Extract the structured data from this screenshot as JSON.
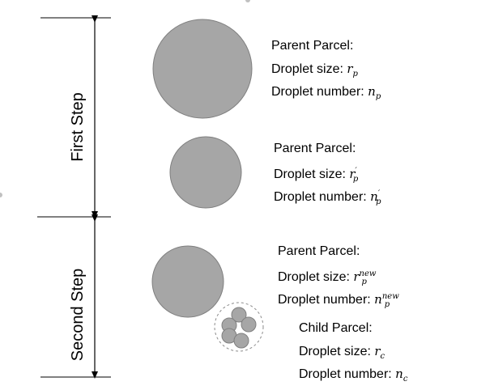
{
  "steps": {
    "first_label": "First Step",
    "second_label": "Second Step"
  },
  "first_parent": {
    "title": "Parent Parcel:",
    "size_label": "Droplet size:",
    "size_symbol": "r",
    "size_sub": "p",
    "size_sup": "",
    "number_label": "Droplet number:",
    "number_symbol": "n",
    "number_sub": "p",
    "number_sup": ""
  },
  "first_parent_after": {
    "title": "Parent Parcel:",
    "size_label": "Droplet size:",
    "size_symbol": "r",
    "size_sub": "p",
    "size_sup": "′",
    "number_label": "Droplet number:",
    "number_symbol": "n",
    "number_sub": "p",
    "number_sup": "′"
  },
  "second_parent": {
    "title": "Parent Parcel:",
    "size_label": "Droplet size:",
    "size_symbol": "r",
    "size_sub": "p",
    "size_sup": "new",
    "number_label": "Droplet number:",
    "number_symbol": "n",
    "number_sub": "p",
    "number_sup": "new"
  },
  "child": {
    "title": "Child Parcel:",
    "size_label": "Droplet size:",
    "size_symbol": "r",
    "size_sub": "c",
    "size_sup": "",
    "number_label": "Droplet number:",
    "number_symbol": "n",
    "number_sub": "c",
    "number_sup": ""
  },
  "colors": {
    "droplet_fill": "#a6a6a6",
    "droplet_stroke": "#7f7f7f",
    "line": "#000000",
    "dashed_outline": "#8c8c8c"
  }
}
